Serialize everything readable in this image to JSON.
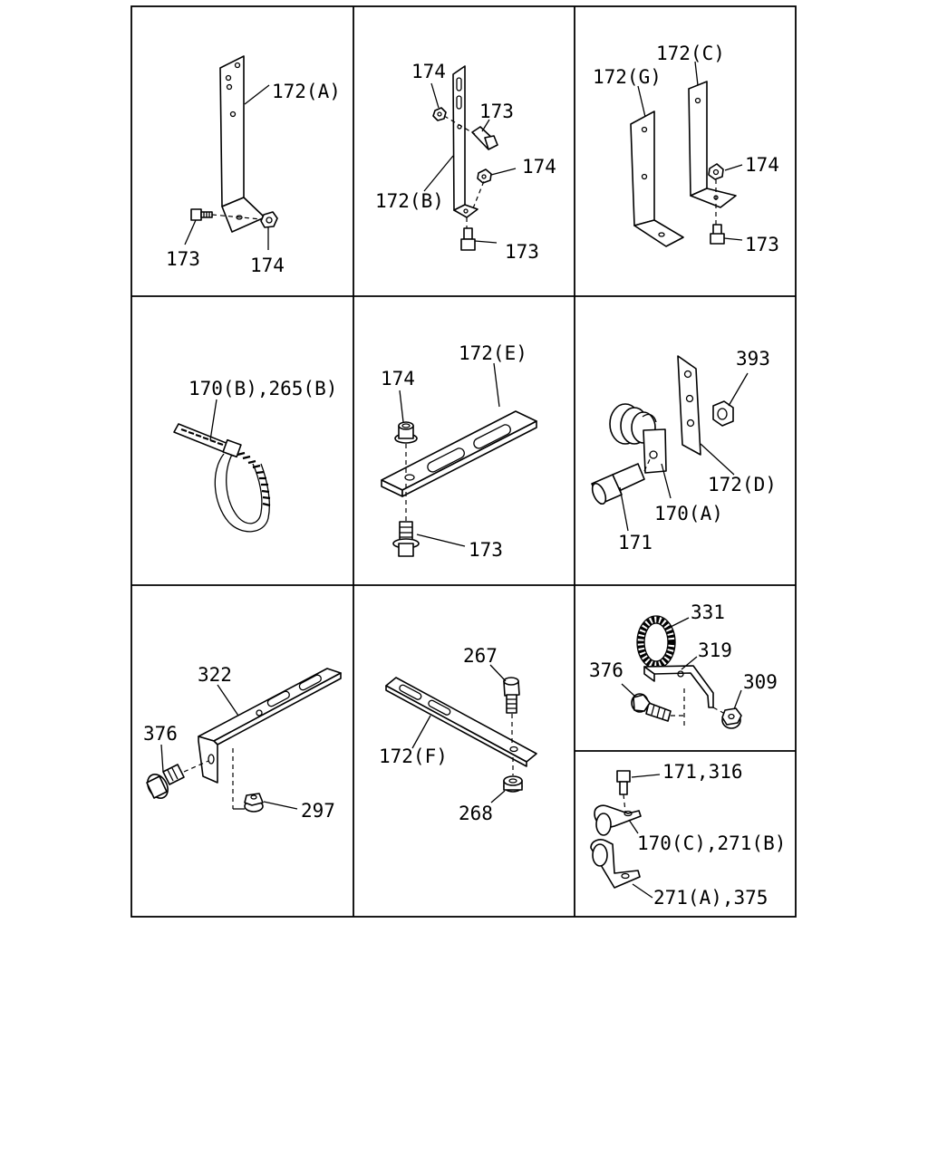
{
  "panels": {
    "p1": {
      "labels": [
        "172(A)",
        "173",
        "174"
      ]
    },
    "p2": {
      "labels": [
        "174",
        "173",
        "174",
        "172(B)",
        "173"
      ]
    },
    "p3": {
      "labels": [
        "172(C)",
        "172(G)",
        "174",
        "173"
      ]
    },
    "p4": {
      "labels": [
        "170(B),265(B)"
      ]
    },
    "p5": {
      "labels": [
        "172(E)",
        "174",
        "173"
      ]
    },
    "p6": {
      "labels": [
        "393",
        "172(D)",
        "170(A)",
        "171"
      ]
    },
    "p7": {
      "labels": [
        "322",
        "376",
        "297"
      ]
    },
    "p8": {
      "labels": [
        "267",
        "172(F)",
        "268"
      ]
    },
    "p9": {
      "labels": [
        "331",
        "319",
        "376",
        "309"
      ]
    },
    "p10": {
      "labels": [
        "171,316",
        "170(C),271(B)",
        "271(A),375"
      ]
    }
  }
}
